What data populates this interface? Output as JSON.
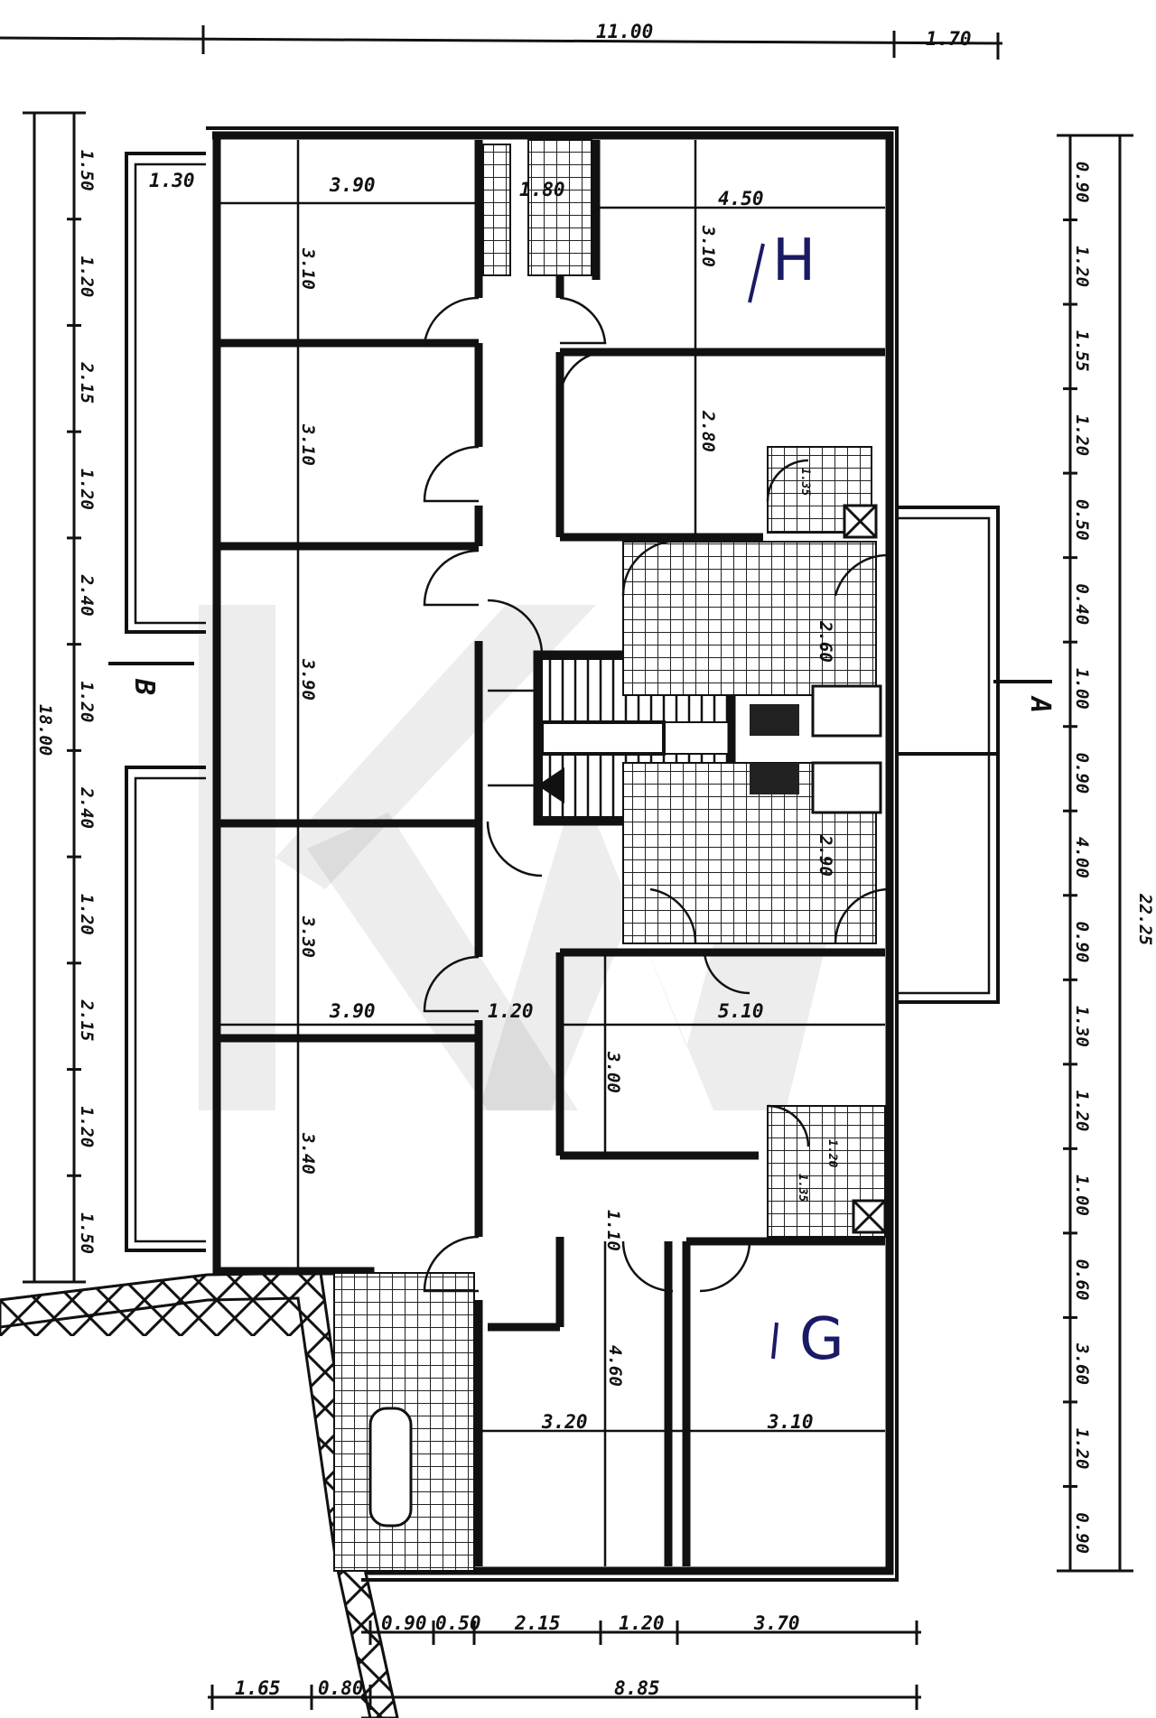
{
  "plan": {
    "unit_labels": {
      "h": "H",
      "g": "G"
    },
    "section_marks": {
      "a": "A",
      "b": "B"
    },
    "watermark": "KW",
    "top_dims": [
      "11.00",
      "1.70"
    ],
    "bottom_dims_row1": [
      "0.90",
      "0.50",
      "2.15",
      "1.20",
      "3.70"
    ],
    "bottom_dims_row2": [
      "1.65",
      "0.80",
      "8.85"
    ],
    "left_overall": "18.00",
    "left_dims": [
      "1.50",
      "1.20",
      "2.15",
      "1.20",
      "2.40",
      "1.20",
      "2.40",
      "1.20",
      "2.15",
      "1.20",
      "1.50"
    ],
    "right_overall": "22.25",
    "right_dims": [
      "0.90",
      "1.20",
      "1.55",
      "1.20",
      "0.50",
      "0.40",
      "1.00",
      "0.90",
      "4.00",
      "0.90",
      "1.30",
      "1.20",
      "1.00",
      "0.60",
      "3.60",
      "1.20",
      "0.90"
    ],
    "room_dims": {
      "balcony_left": "1.30",
      "r1_width": "3.90",
      "r1_depth": "3.10",
      "bath_top": "1.80",
      "h1_width": "4.50",
      "h1_depth": "3.10",
      "r2_depth": "3.10",
      "h2_depth": "2.80",
      "wc_h": "1.35",
      "kitchen_h": "2.60",
      "r3_depth": "3.90",
      "kitchen_g": "2.90",
      "r4_depth": "3.30",
      "r4_width": "3.90",
      "hall_mid": "1.20",
      "g1_width": "5.10",
      "g1_depth": "3.00",
      "r5_depth": "3.40",
      "wc_g1": "1.20",
      "wc_g2": "1.35",
      "hall_low": "1.10",
      "g2_depth": "4.60",
      "g3_width": "3.20",
      "g4_width": "3.10"
    }
  }
}
